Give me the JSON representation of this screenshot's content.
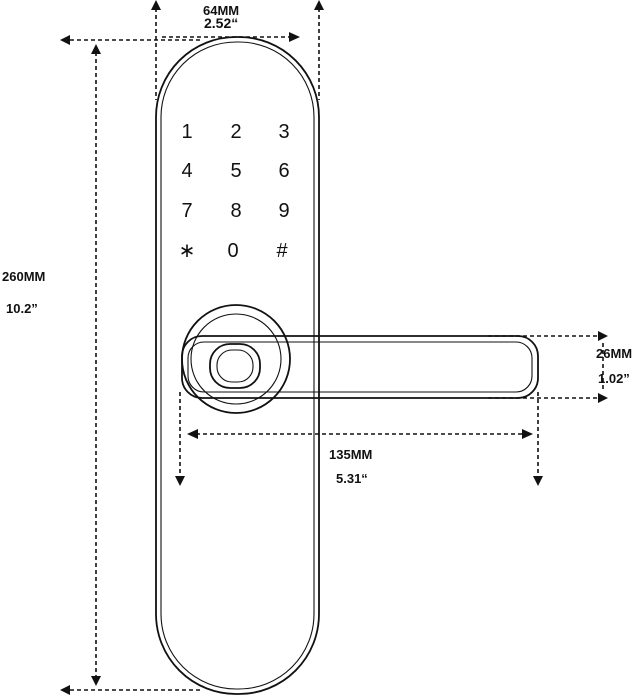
{
  "keypad": {
    "keys": [
      "1",
      "2",
      "3",
      "4",
      "5",
      "6",
      "7",
      "8",
      "9",
      "∗",
      "0",
      "#"
    ]
  },
  "dimensions": {
    "width": {
      "metric": "64MM",
      "imperial": "2.52“"
    },
    "height": {
      "metric": "260MM",
      "imperial": "10.2”"
    },
    "handle_length": {
      "metric": "135MM",
      "imperial": "5.31“"
    },
    "handle_thickness": {
      "metric": "26MM",
      "imperial": "1.02”"
    }
  }
}
